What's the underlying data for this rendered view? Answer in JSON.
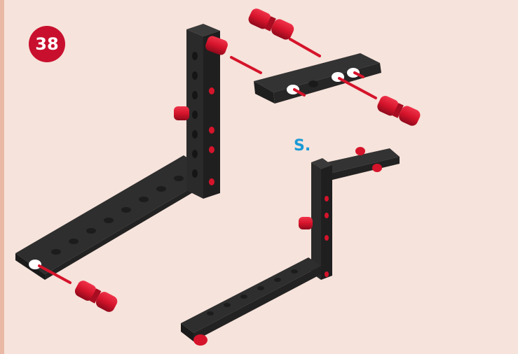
{
  "step": {
    "number": "38",
    "badge_color": "#c8102e"
  },
  "callout": {
    "label": "S.",
    "color": "#1a9ad6"
  },
  "colors": {
    "background": "#f6e3db",
    "beam": "#2b2b2b",
    "beam_hole": "#1c1c1c",
    "connector_pin": "#d5142b",
    "guide_line": "#d5142b"
  },
  "parts": [
    "long-vertical-beam",
    "long-horizontal-beam",
    "short-angled-beam",
    "small-corner-assembly",
    "connector-pin"
  ]
}
